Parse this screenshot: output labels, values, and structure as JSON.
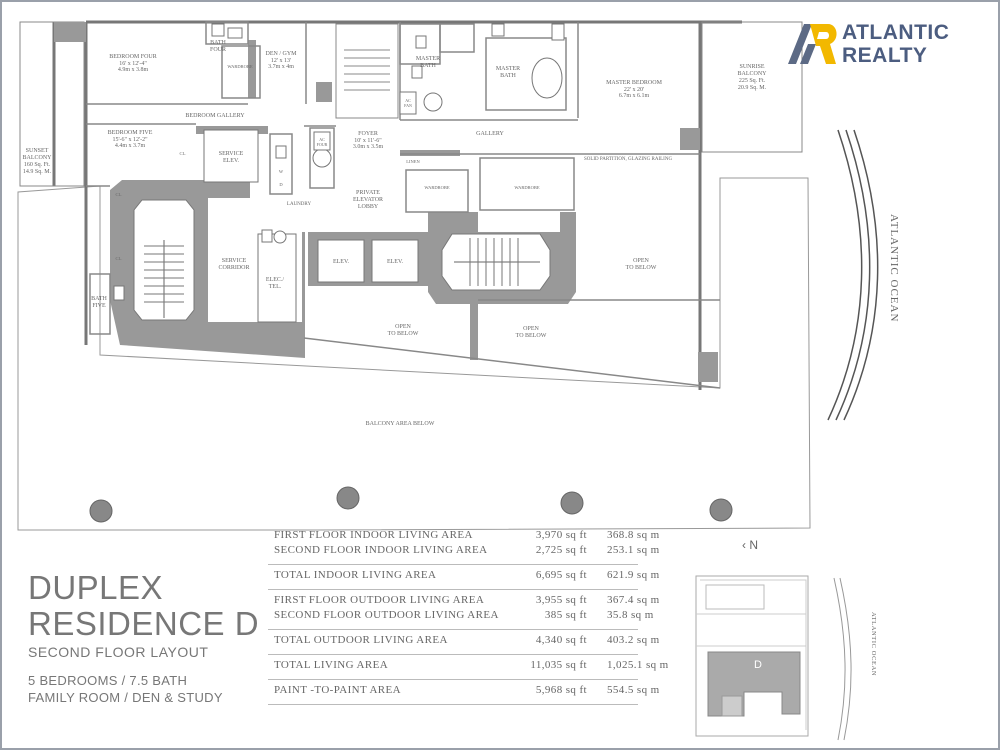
{
  "brand": {
    "line1": "ATLANTIC",
    "line2": "REALTY",
    "logo_colors": {
      "gray": "#5c6a85",
      "yellow": "#f2b800"
    }
  },
  "title": {
    "line1": "DUPLEX",
    "line2": "RESIDENCE D",
    "subtitle": "SECOND FLOOR LAYOUT",
    "detail1": "5 BEDROOMS / 7.5 BATH",
    "detail2": "FAMILY ROOM / DEN & STUDY"
  },
  "areas": [
    {
      "rows": [
        {
          "label": "FIRST FLOOR INDOOR LIVING AREA",
          "sqft": "3,970 sq ft",
          "sqm": "368.8 sq m"
        },
        {
          "label": "SECOND FLOOR INDOOR LIVING AREA",
          "sqft": "2,725 sq ft",
          "sqm": "253.1 sq m"
        }
      ]
    },
    {
      "rows": [
        {
          "label": "TOTAL INDOOR LIVING AREA",
          "sqft": "6,695 sq ft",
          "sqm": "621.9 sq m"
        }
      ]
    },
    {
      "rows": [
        {
          "label": "FIRST FLOOR OUTDOOR LIVING AREA",
          "sqft": "3,955 sq ft",
          "sqm": "367.4 sq m"
        },
        {
          "label": "SECOND FLOOR OUTDOOR LIVING AREA",
          "sqft": "385 sq ft",
          "sqm": "35.8 sq m"
        }
      ]
    },
    {
      "rows": [
        {
          "label": "TOTAL OUTDOOR LIVING AREA",
          "sqft": "4,340 sq ft",
          "sqm": "403.2 sq m"
        }
      ]
    },
    {
      "rows": [
        {
          "label": "TOTAL LIVING AREA",
          "sqft": "11,035 sq ft",
          "sqm": "1,025.1 sq m"
        }
      ]
    },
    {
      "rows": [
        {
          "label": "PAINT -TO-PAINT AREA",
          "sqft": "5,968 sq ft",
          "sqm": "554.5 sq m"
        }
      ]
    }
  ],
  "north_label": "N",
  "ocean_label": "ATLANTIC OCEAN",
  "keyplan": {
    "unit_label": "D",
    "ocean_label": "ATLANTIC OCEAN"
  },
  "rooms": {
    "bedroom_four": {
      "name": "BEDROOM FOUR",
      "dim1": "16' x 12'-4\"",
      "dim2": "4.9m x 3.8m"
    },
    "bath_four": {
      "line1": "BATH",
      "line2": "FOUR"
    },
    "wardrobe": "WARDROBE",
    "den_gym": {
      "name": "DEN / GYM",
      "dim1": "12' x 13'",
      "dim2": "3.7m x 4m"
    },
    "master_bath_1": {
      "line1": "MASTER",
      "line2": "BATH"
    },
    "master_bath_2": {
      "line1": "MASTER",
      "line2": "BATH"
    },
    "master_bedroom": {
      "name": "MASTER BEDROOM",
      "dim1": "22' x 20'",
      "dim2": "6.7m x 6.1m"
    },
    "sunrise_balcony": {
      "line1": "SUNRISE",
      "line2": "BALCONY",
      "line3": "225 Sq. Ft.",
      "line4": "20.9 Sq. M."
    },
    "sunset_balcony": {
      "line1": "SUNSET",
      "line2": "BALCONY",
      "line3": "160 Sq. Ft.",
      "line4": "14.9 Sq. M."
    },
    "bedroom_gallery": "BEDROOM GALLERY",
    "bedroom_five": {
      "name": "BEDROOM FIVE",
      "dim1": "15'-6\" x 12'-2\"",
      "dim2": "4.4m x 3.7m"
    },
    "service_elev": {
      "line1": "SERVICE",
      "line2": "ELEV."
    },
    "foyer": {
      "name": "FOYER",
      "dim1": "10' x 11'-6\"",
      "dim2": "3.0m x 3.5m"
    },
    "gallery": "GALLERY",
    "solid_partition": "SOLID PARTITION, GLAZING RAILING",
    "linen": "LINEN",
    "private_elevator_lobby": {
      "line1": "PRIVATE",
      "line2": "ELEVATOR",
      "line3": "LOBBY"
    },
    "laundry": "LAUNDRY",
    "service_corridor": {
      "line1": "SERVICE",
      "line2": "CORRIDOR"
    },
    "elec_tel": {
      "line1": "ELEC./",
      "line2": "TEL."
    },
    "elev": "ELEV.",
    "open_to_below": {
      "line1": "OPEN",
      "line2": "TO BELOW"
    },
    "bath_five": {
      "line1": "BATH",
      "line2": "FIVE"
    },
    "balcony_area_below": "BALCONY AREA BELOW",
    "ac": "AC",
    "fan": "FAN",
    "four": "FOUR",
    "cl": "CL.",
    "w": "W",
    "d": "D"
  }
}
